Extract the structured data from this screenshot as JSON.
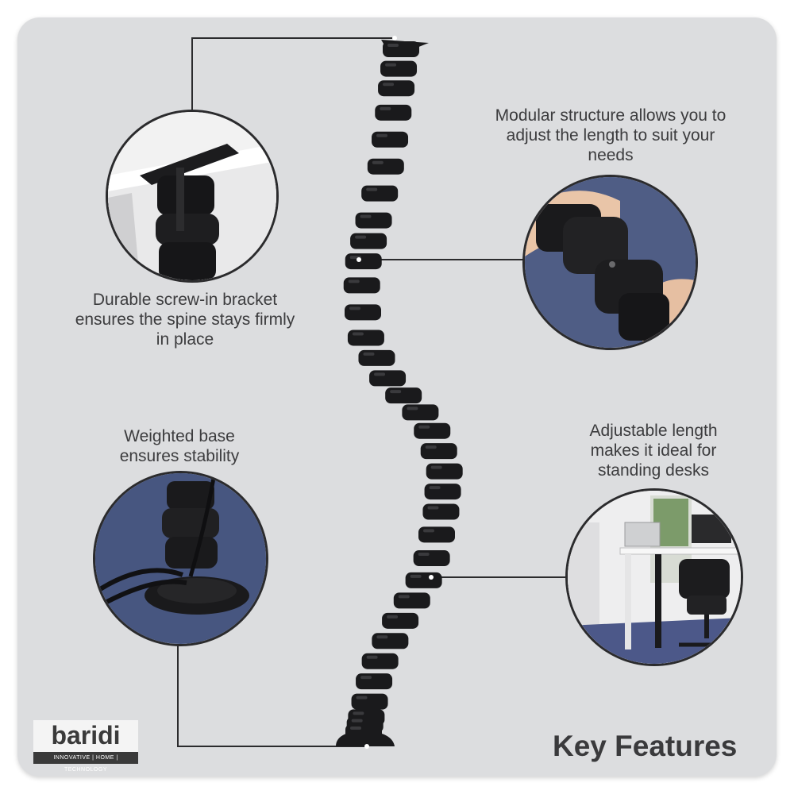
{
  "callouts": {
    "bracket": "Durable screw-in bracket ensures the spine stays firmly in place",
    "modular": "Modular structure allows you to adjust the length to suit your needs",
    "base": "Weighted base ensures stability",
    "adjustable": "Adjustable length makes it ideal for standing desks"
  },
  "brand": {
    "name": "baridi",
    "tagline": "INNOVATIVE | HOME | TECHNOLOGY"
  },
  "heading": "Key Features",
  "colors": {
    "background": "#dcdddf",
    "spine": "#1a1a1c",
    "text": "#3c3c3e",
    "carpet": "#3f4f78"
  }
}
